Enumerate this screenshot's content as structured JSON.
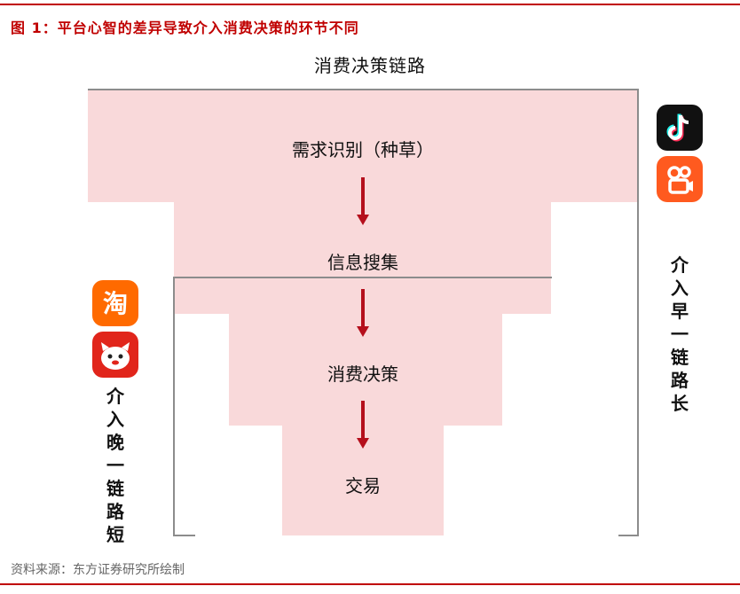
{
  "figure": {
    "title": "图 1：平台心智的差异导致介入消费决策的环节不同",
    "subtitle": "消费决策链路",
    "source": "资料来源：东方证券研究所绘制"
  },
  "funnel": {
    "stages": [
      "需求识别（种草）",
      "信息搜集",
      "消费决策",
      "交易"
    ]
  },
  "left_group": {
    "label_chars": [
      "介",
      "入",
      "晚",
      "一",
      "链",
      "路",
      "短"
    ],
    "icons": [
      "taobao-icon",
      "jd-icon"
    ]
  },
  "right_group": {
    "label_chars": [
      "介",
      "入",
      "早",
      "一",
      "链",
      "路",
      "长"
    ],
    "icons": [
      "douyin-icon",
      "kuaishou-icon"
    ]
  },
  "colors": {
    "accent": "#c00000",
    "funnel_fill": "#f9d9da",
    "arrow": "#b50f1c",
    "bracket": "#8c8c8c",
    "taobao": "#ff6a00",
    "jd": "#e1251b",
    "douyin": "#111111",
    "kuaishou": "#ff5a1f"
  }
}
